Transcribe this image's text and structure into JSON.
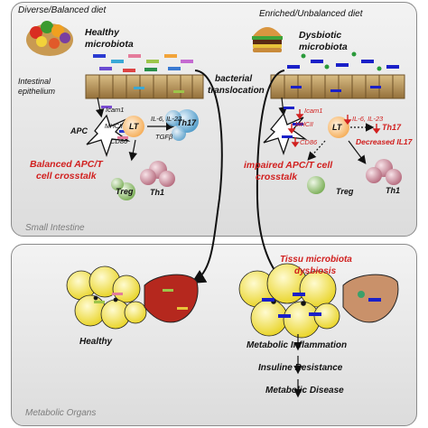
{
  "top_panel": {
    "left_diet_title": "Diverse/Balanced diet",
    "right_diet_title": "Enriched/Unbalanced diet",
    "healthy_microbiota": [
      "Healthy",
      "microbiota"
    ],
    "dysbiotic_microbiota": [
      "Dysbiotic",
      "microbiota"
    ],
    "epithelium_label": [
      "Intestinal",
      "epithelium"
    ],
    "bacterial_translocation": [
      "bacterial",
      "translocation"
    ],
    "region_label": "Small Intestine",
    "left_cells": {
      "icam1": "Icam1",
      "apc": "APC",
      "mhcii": "MHCII",
      "lt": "LT",
      "cd86": "CD86",
      "cytokines": "IL-6, IL-23",
      "tgfb": "TGFβ",
      "th17": "Th17",
      "treg": "Treg",
      "th1": "Th1"
    },
    "right_cells": {
      "icam1": "Icam1",
      "mhcii": "MHCII",
      "lt": "LT",
      "cd86": "CD86",
      "cytokines": "IL-6, IL-23",
      "th17": "Th17",
      "decreased": "Decreased IL17",
      "treg": "Treg",
      "th1": "Th1"
    },
    "balanced_crosstalk": [
      "Balanced APC/T",
      "cell crosstalk"
    ],
    "impaired_crosstalk": [
      "impaired APC/T cell",
      "crosstalk"
    ]
  },
  "bottom_panel": {
    "tissue_dysbiosis": [
      "Tissu microbiota",
      "dysbiosis"
    ],
    "healthy_label": "Healthy",
    "cascade": [
      "Metabolic Inflammation",
      "Insuline Resistance",
      "Metabolic Disease"
    ],
    "region_label": "Metabolic Organs"
  },
  "colors": {
    "red_text": "#d1201f",
    "panel_fill": "#e6e6e6",
    "epithelium": "#b8935a",
    "adipocyte": "#f2e21a",
    "liver": "#b5281e",
    "bacteria_blue": "#1a20c8"
  }
}
